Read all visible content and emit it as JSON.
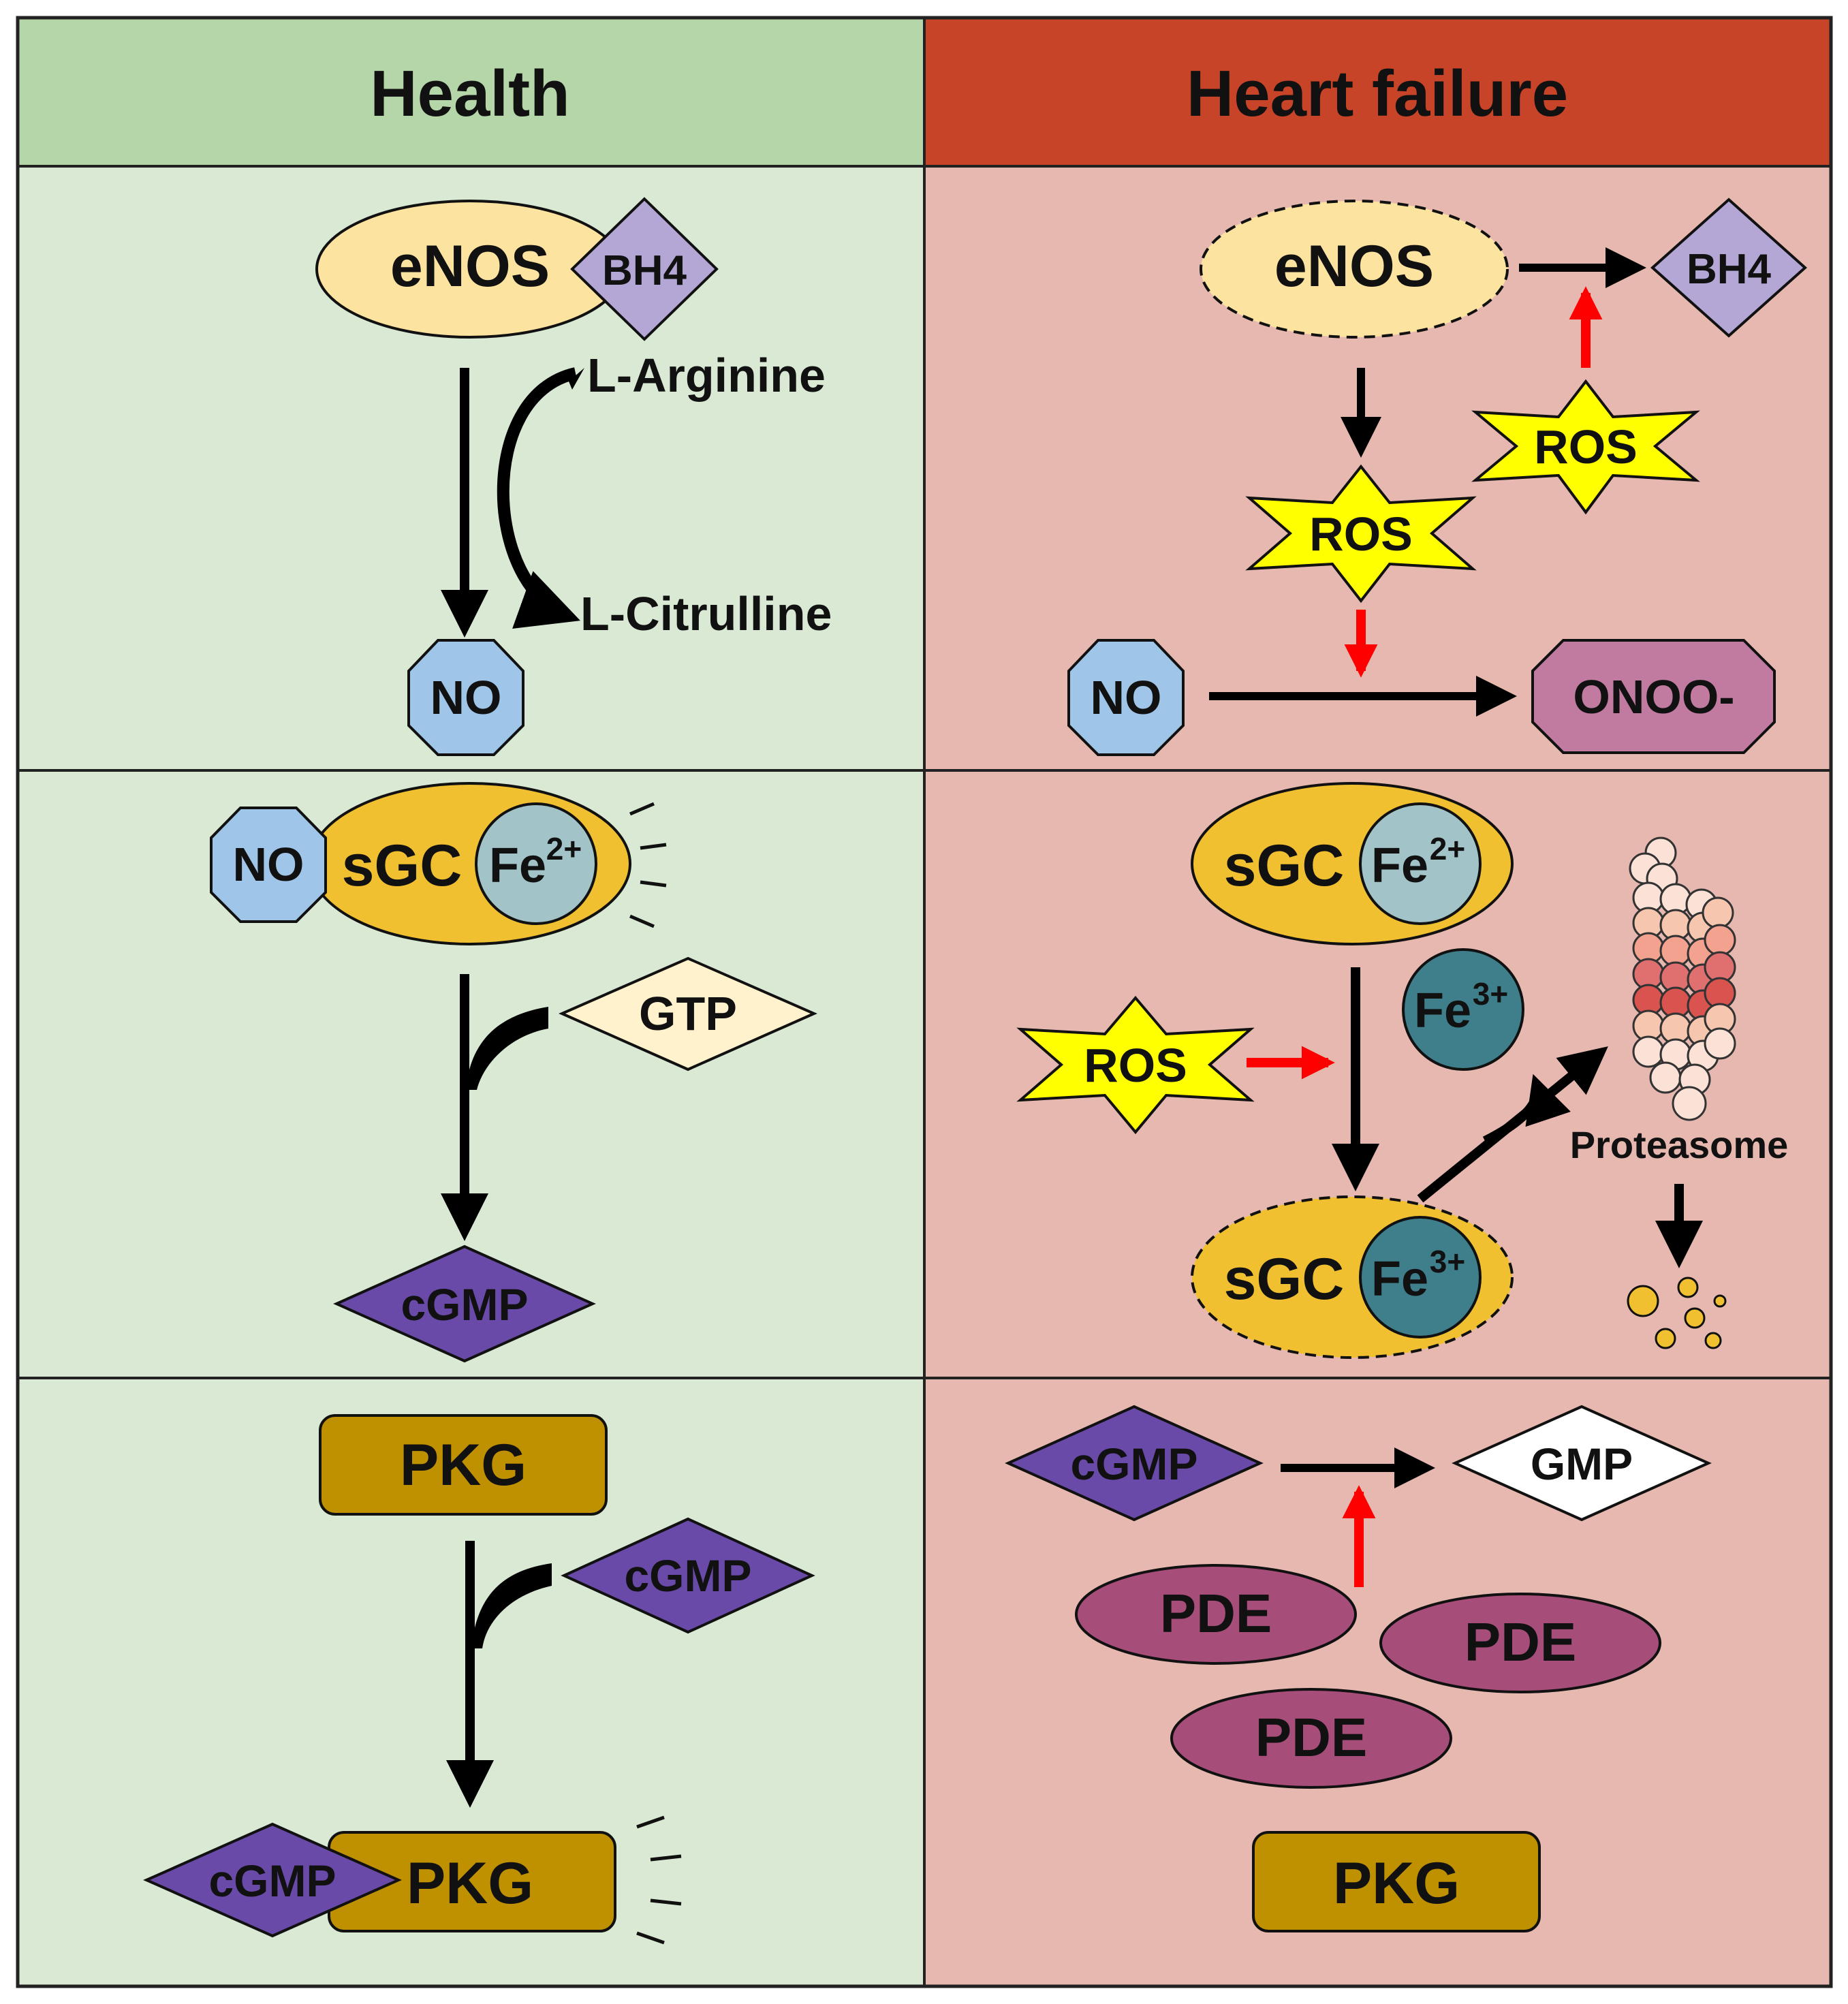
{
  "headers": {
    "health": "Health",
    "heart_failure": "Heart failure"
  },
  "health": {
    "row1": {
      "enos": "eNOS",
      "bh4": "BH4",
      "l_arginine": "L-Arginine",
      "l_citrulline": "L-Citrulline",
      "no": "NO"
    },
    "row2": {
      "no": "NO",
      "sgc": "sGC",
      "fe": "Fe",
      "fe_charge": "2+",
      "gtp": "GTP",
      "cgmp": "cGMP"
    },
    "row3": {
      "pkg_top": "PKG",
      "cgmp_binding": "cGMP",
      "cgmp_complex": "cGMP",
      "pkg_complex": "PKG"
    }
  },
  "heart_failure": {
    "row1": {
      "enos": "eNOS",
      "bh4": "BH4",
      "ros_upper": "ROS",
      "ros_lower": "ROS",
      "no": "NO",
      "onoo": "ONOO-"
    },
    "row2": {
      "sgc_top": "sGC",
      "fe_top": "Fe",
      "fe_top_charge": "2+",
      "fe_free": "Fe",
      "fe_free_charge": "3+",
      "ros": "ROS",
      "proteasome": "Proteasome",
      "sgc_bottom": "sGC",
      "fe_bottom": "Fe",
      "fe_bottom_charge": "3+"
    },
    "row3": {
      "cgmp": "cGMP",
      "gmp": "GMP",
      "pde_1": "PDE",
      "pde_2": "PDE",
      "pde_3": "PDE",
      "pkg": "PKG"
    }
  },
  "colors": {
    "health_header": "#b5d6a8",
    "health_panel": "#d9e9d4",
    "hf_header": "#c84428",
    "hf_panel": "#e6b8b0",
    "enos": "#fde3a0",
    "bh4": "#b4a7d6",
    "no": "#9fc5e8",
    "sgc": "#f0c030",
    "fe2": "#a2c4c9",
    "fe3": "#3f7f8c",
    "gtp": "#fff2cc",
    "cgmp": "#6a4aa8",
    "pkg": "#bf9000",
    "ros": "#ffff00",
    "onoo": "#c27ba0",
    "pde": "#a64d79",
    "gmp": "#ffffff",
    "inhibit_arrow": "#ff0000"
  }
}
